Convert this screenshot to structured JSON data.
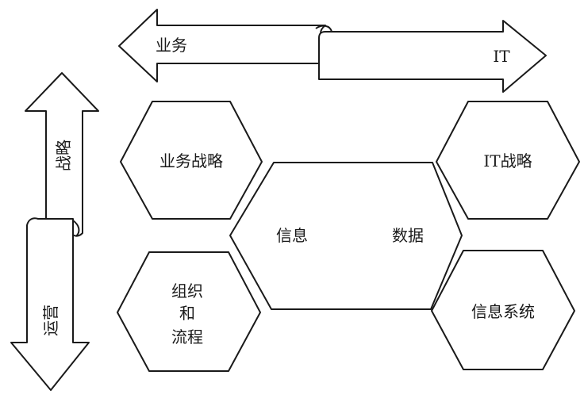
{
  "arrows": {
    "business_label": "业务",
    "it_label": "IT",
    "strategy_label": "战略",
    "operations_label": "运营"
  },
  "hexagons": {
    "business_strategy": "业务战略",
    "it_strategy": "IT战略",
    "org_line1": "组织",
    "org_line2": "和",
    "org_line3": "流程",
    "info_systems": "信息系统",
    "center_left": "信息",
    "center_right": "数据"
  }
}
